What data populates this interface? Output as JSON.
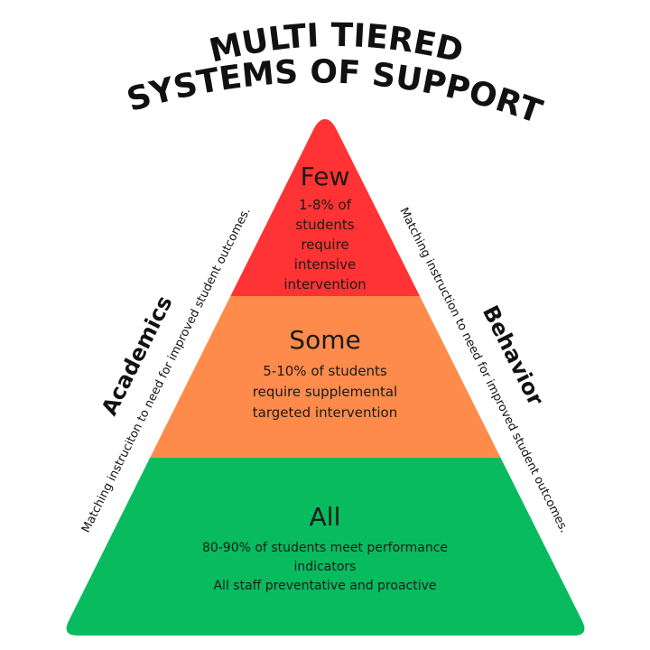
{
  "title": {
    "line1": "MULTI TIERED",
    "line2": "SYSTEMS OF SUPPORT"
  },
  "colors": {
    "tier_red": "#ff3333",
    "tier_orange": "#fe8b4b",
    "tier_green": "#07bb5e",
    "text": "#1a1a1a"
  },
  "tiers": [
    {
      "name": "Few",
      "lines": [
        "1-8% of",
        "students",
        "require",
        "intensive",
        "intervention"
      ]
    },
    {
      "name": "Some",
      "lines": [
        "5-10% of students",
        "require supplemental",
        "targeted intervention"
      ]
    },
    {
      "name": "All",
      "lines": [
        "80-90% of students meet performance",
        "indicators",
        "All staff preventative and proactive"
      ]
    }
  ],
  "left_side": {
    "heading": "Academics",
    "caption": "Matching instruciton to need for improved student outcomes."
  },
  "right_side": {
    "heading": "Behavior",
    "caption": "Matching instruction to need for improved student outcomes."
  }
}
